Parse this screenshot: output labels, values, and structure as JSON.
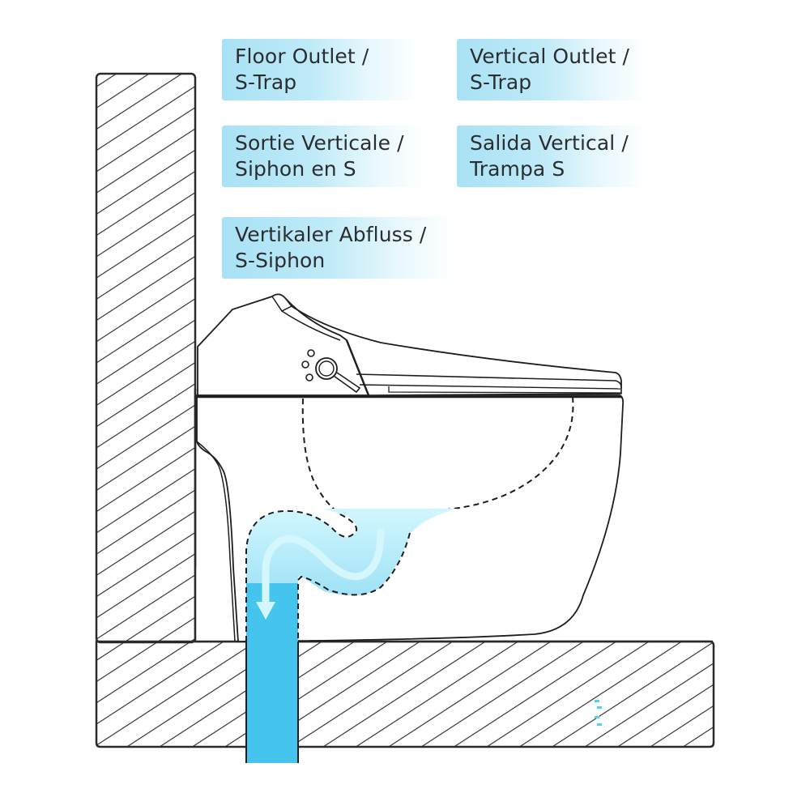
{
  "labels": [
    {
      "id": "en",
      "line1": "Floor Outlet /",
      "line2": "S-Trap"
    },
    {
      "id": "en2",
      "line1": "Vertical Outlet /",
      "line2": "S-Trap"
    },
    {
      "id": "fr",
      "line1": "Sortie Verticale /",
      "line2": "Siphon en S"
    },
    {
      "id": "es",
      "line1": "Salida Vertical /",
      "line2": "Trampa S"
    },
    {
      "id": "de",
      "line1": "Vertikaler Abfluss /",
      "line2": "S-Siphon"
    }
  ],
  "colors": {
    "label_bg": "#a8e2f5",
    "pipe_water": "#45c4ee",
    "water_light": "#c9f3fd",
    "flow_arrow": "#d4f6fd",
    "outline": "#1e1e1e",
    "hatch": "#2a2a2a"
  },
  "diagram": {
    "subject": "smart-toilet-cross-section",
    "components": [
      "wall",
      "floor",
      "toilet-body",
      "seat-lid",
      "control-knob",
      "s-trap-pipe",
      "flow-arrow"
    ]
  }
}
